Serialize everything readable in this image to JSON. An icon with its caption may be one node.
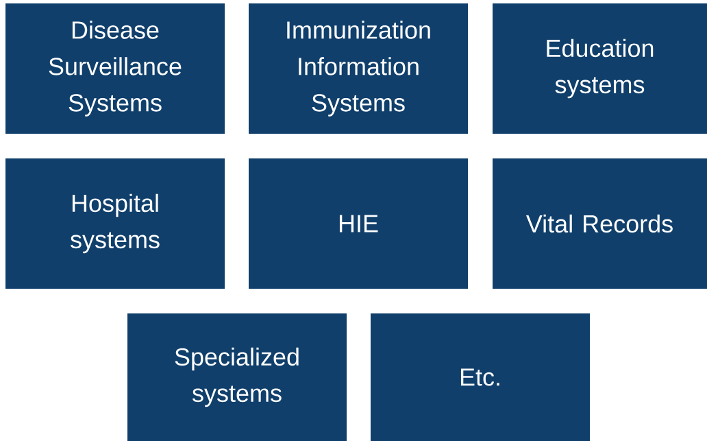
{
  "diagram": {
    "nodes": [
      {
        "text": [
          "Disease Surveillance Systems"
        ]
      },
      {
        "text": [
          "Immunization Information Systems"
        ]
      },
      {
        "text": [
          "Education systems"
        ]
      },
      {
        "text": [
          "Hospital systems"
        ]
      },
      {
        "text": [
          "HIE"
        ]
      },
      {
        "text": [
          "Vital Records"
        ]
      },
      {
        "text": [
          "Specialized systems"
        ]
      },
      {
        "text": [
          "Etc."
        ]
      }
    ]
  }
}
